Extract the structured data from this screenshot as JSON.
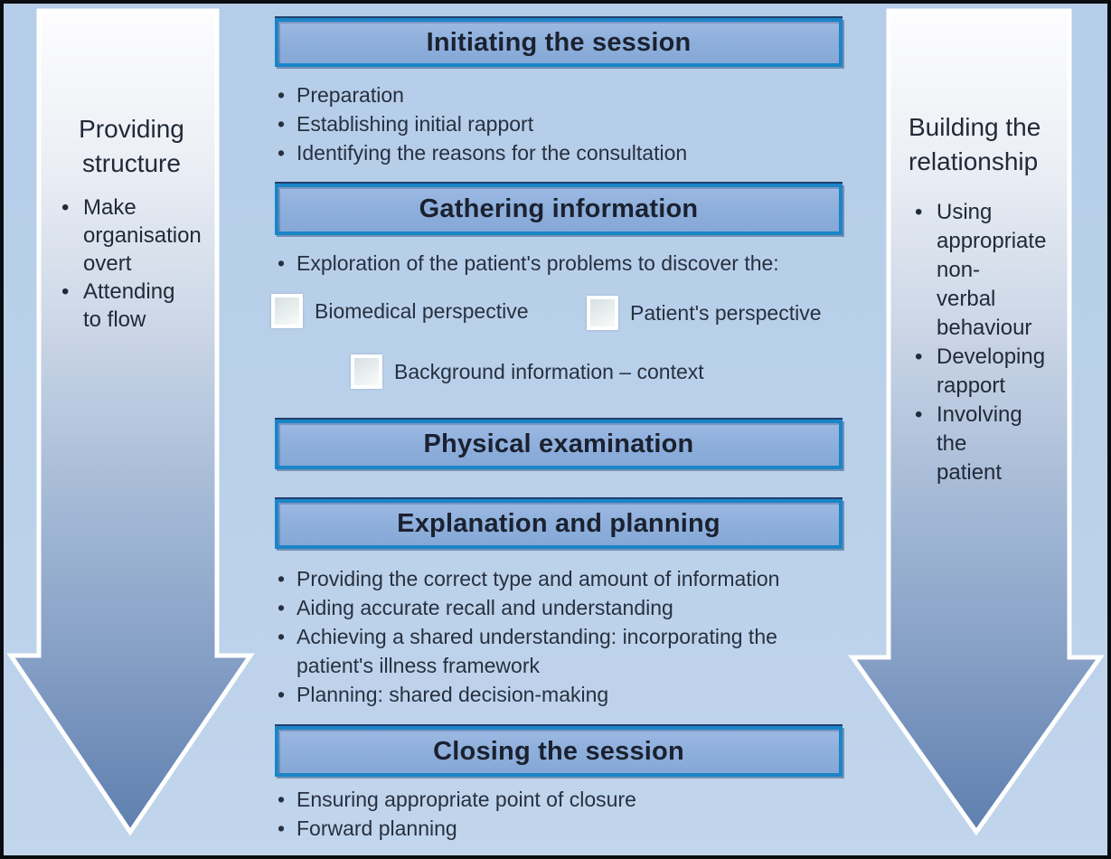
{
  "palette": {
    "background": "#b9d0ea",
    "frame": "#0b0c10",
    "box_border": "#1a85c7",
    "box_fill": "#8fb0dc",
    "box_shadow_line": "#23406e",
    "arrow_top": "#fdfdfe",
    "arrow_bottom": "#5e7fae",
    "arrow_outline": "#ffffff",
    "text_dark": "#212a38",
    "tile_fill": "#e7eeee",
    "tile_border": "#ffffff"
  },
  "left_arrow": {
    "title": "Providing structure",
    "bullets": [
      "Make organisation overt",
      "Attending to flow"
    ]
  },
  "right_arrow": {
    "title": "Building the relationship",
    "bullets": [
      "Using appropriate non-verbal behaviour",
      "Developing rapport",
      "Involving the patient"
    ]
  },
  "sections": {
    "initiating": {
      "title": "Initiating the session",
      "bullets": [
        "Preparation",
        "Establishing initial rapport",
        "Identifying the reasons for the consultation"
      ]
    },
    "gathering": {
      "title": "Gathering information",
      "lead_bullet": "Exploration of the patient's problems to discover the:",
      "tiles": {
        "biomedical": "Biomedical perspective",
        "patient": "Patient's perspective",
        "background": "Background information – context"
      }
    },
    "physical": {
      "title": "Physical examination"
    },
    "explanation": {
      "title": "Explanation and planning",
      "bullets": [
        "Providing the correct type and amount of information",
        "Aiding accurate recall and understanding",
        "Achieving a shared understanding: incorporating the patient's illness framework",
        "Planning: shared decision-making"
      ]
    },
    "closing": {
      "title": "Closing the session",
      "bullets": [
        "Ensuring appropriate point of closure",
        "Forward planning"
      ]
    }
  }
}
